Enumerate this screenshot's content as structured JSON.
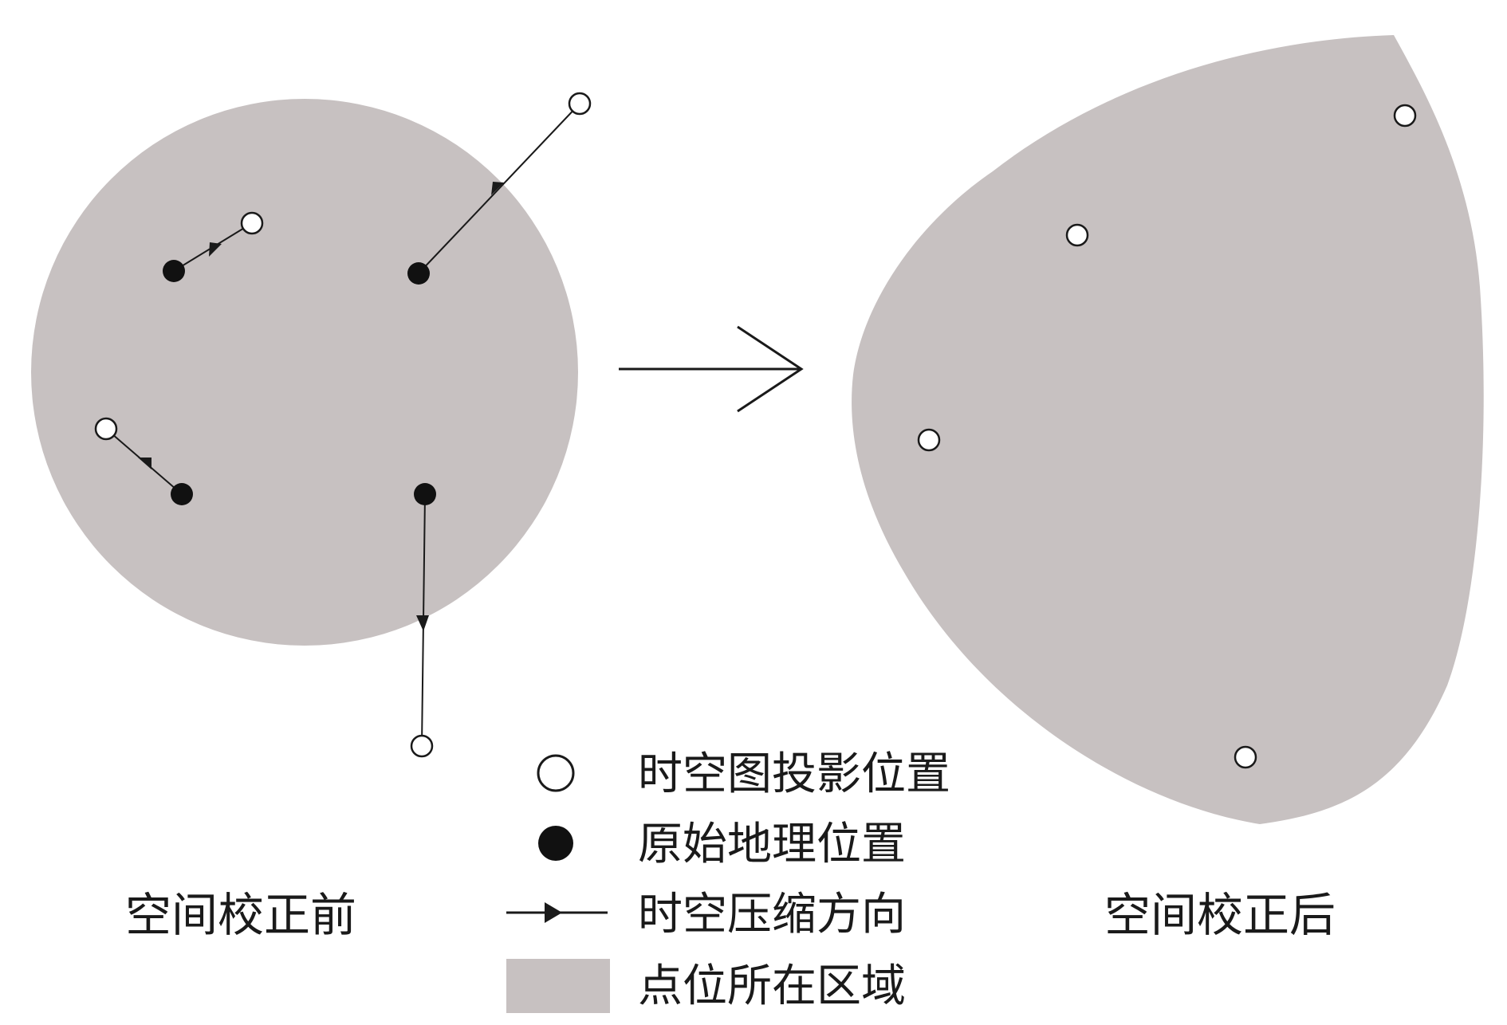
{
  "colors": {
    "region_fill": "#c7c1c1",
    "stroke": "#1a1a1a",
    "background": "#ffffff"
  },
  "panels": {
    "before_label": "空间校正前",
    "after_label": "空间校正后"
  },
  "legend": {
    "items": [
      {
        "icon": "open-circle-icon",
        "label": "时空图投影位置"
      },
      {
        "icon": "filled-circle-icon",
        "label": "原始地理位置"
      },
      {
        "icon": "arrow-line-icon",
        "label": "时空压缩方向"
      },
      {
        "icon": "gray-square-icon",
        "label": "点位所在区域"
      }
    ]
  }
}
